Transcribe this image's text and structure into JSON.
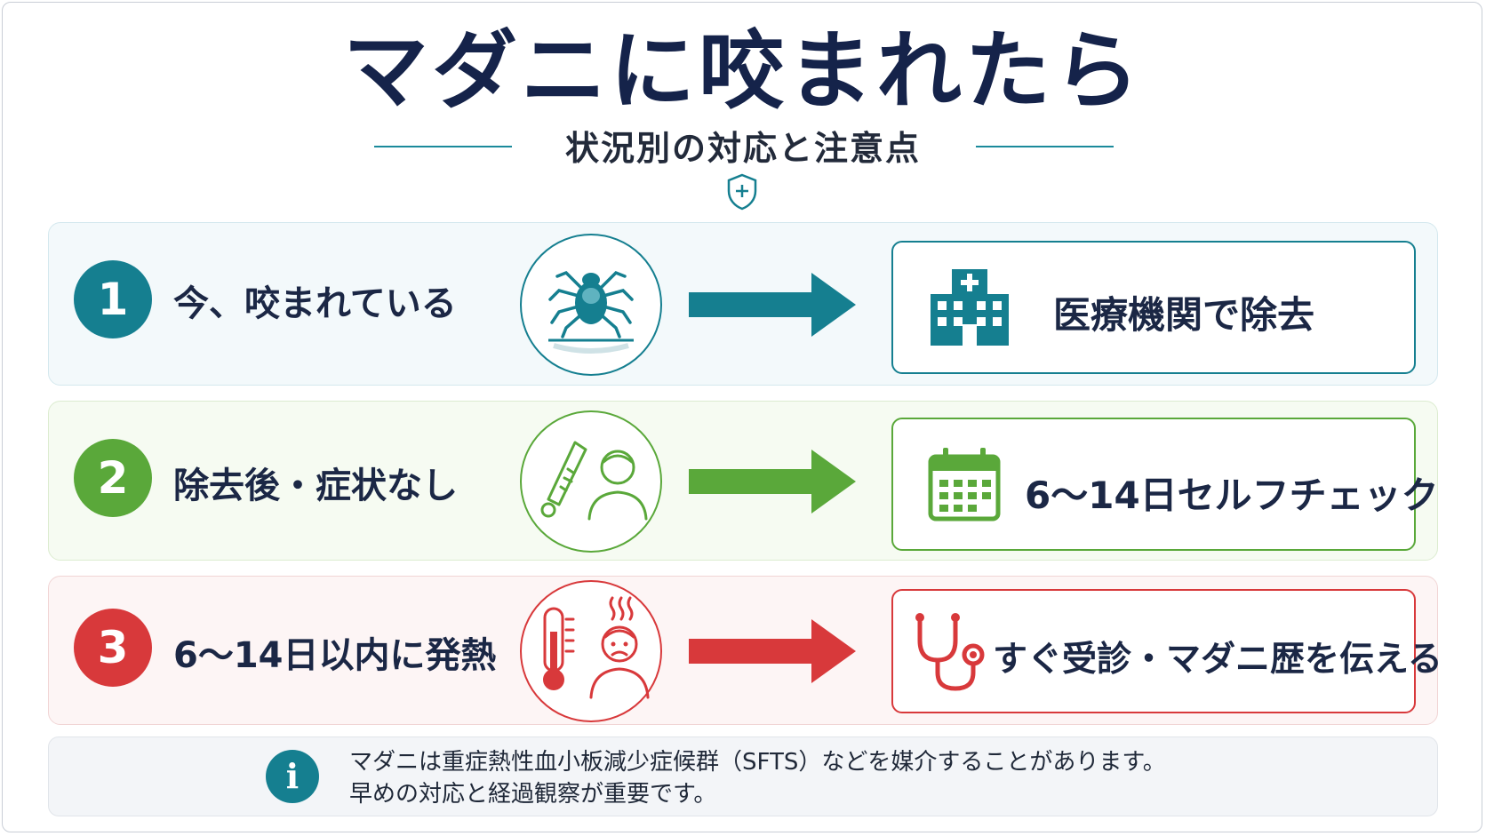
{
  "title": "マダニに咬まれたら",
  "subtitle": "状況別の対応と注意点",
  "colors": {
    "teal": "#157f90",
    "green": "#5aa83a",
    "red": "#d8393b",
    "navy": "#15234a"
  },
  "rows": [
    {
      "number": "1",
      "condition": "今、咬まれている",
      "condition_icon": "tick-on-skin-icon",
      "action_icon": "hospital-icon",
      "action": "医療機関で除去"
    },
    {
      "number": "2",
      "condition": "除去後・症状なし",
      "condition_icon": "thermometer-person-icon",
      "action_icon": "calendar-icon",
      "action": "6〜14日セルフチェック"
    },
    {
      "number": "3",
      "condition": "6〜14日以内に発熱",
      "condition_icon": "fever-person-icon",
      "action_icon": "stethoscope-icon",
      "action": "すぐ受診・マダニ歴を伝える"
    }
  ],
  "note": {
    "icon": "info-icon",
    "line1": "マダニは重症熱性血小板減少症候群（SFTS）などを媒介することがあります。",
    "line2": "早めの対応と経過観察が重要です。"
  }
}
